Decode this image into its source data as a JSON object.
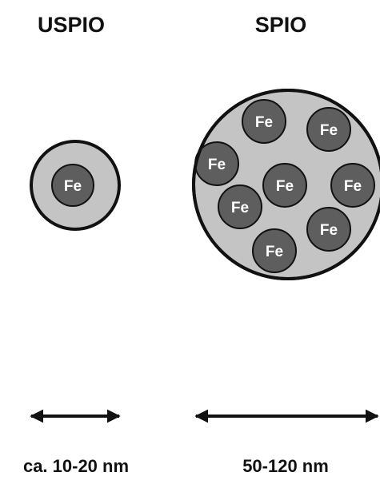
{
  "uspio": {
    "title": "USPIO",
    "core_label": "Fe",
    "size_label": "ca. 10-20 nm"
  },
  "spio": {
    "title": "SPIO",
    "core_labels": [
      "Fe",
      "Fe",
      "Fe",
      "Fe",
      "Fe",
      "Fe",
      "Fe",
      "Fe"
    ],
    "size_label": "50-120 nm"
  },
  "colors": {
    "shell_fill": "#c4c4c4",
    "core_fill": "#5e5e5e",
    "outline": "#111111",
    "label_text": "#ffffff"
  }
}
